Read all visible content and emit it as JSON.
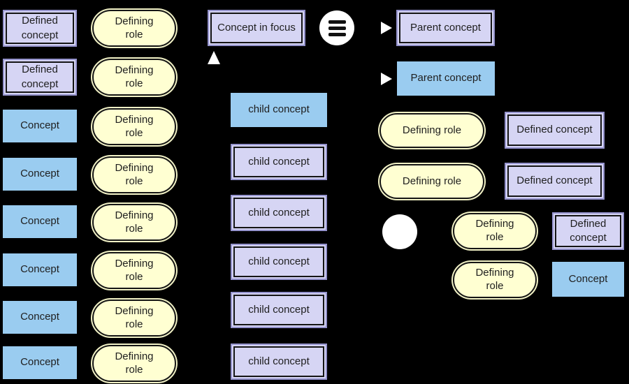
{
  "palette": {
    "background": "#000000",
    "primitive_fill": "#9accf0",
    "defined_fill": "#d6d5f4",
    "defined_border": "#9593cd",
    "role_fill": "#ffffd2",
    "line": "#151515",
    "marker": "#ffffff"
  },
  "focus": {
    "label": "Concept in focus"
  },
  "left_panel": {
    "rows": [
      {
        "box": "Defined concept",
        "box_type": "defined",
        "role": "Defining role"
      },
      {
        "box": "Defined concept",
        "box_type": "defined",
        "role": "Defining role"
      },
      {
        "box": "Concept",
        "box_type": "primitive",
        "role": "Defining role"
      },
      {
        "box": "Concept",
        "box_type": "primitive",
        "role": "Defining role"
      },
      {
        "box": "Concept",
        "box_type": "primitive",
        "role": "Defining role"
      },
      {
        "box": "Concept",
        "box_type": "primitive",
        "role": "Defining role"
      },
      {
        "box": "Concept",
        "box_type": "primitive",
        "role": "Defining role"
      },
      {
        "box": "Concept",
        "box_type": "primitive",
        "role": "Defining role"
      }
    ]
  },
  "children": {
    "items": [
      {
        "label": "child concept",
        "type": "primitive"
      },
      {
        "label": "child concept",
        "type": "defined"
      },
      {
        "label": "child concept",
        "type": "defined"
      },
      {
        "label": "child concept",
        "type": "defined"
      },
      {
        "label": "child concept",
        "type": "defined"
      },
      {
        "label": "child concept",
        "type": "defined"
      }
    ]
  },
  "parents": {
    "items": [
      {
        "label": "Parent concept",
        "type": "defined"
      },
      {
        "label": "Parent concept",
        "type": "primitive"
      }
    ]
  },
  "attributes": {
    "rows": [
      {
        "role": "Defining role",
        "target": "Defined concept",
        "target_type": "defined"
      },
      {
        "role": "Defining role",
        "target": "Defined concept",
        "target_type": "defined"
      }
    ]
  },
  "role_group": {
    "rows": [
      {
        "role": "Defining role",
        "target": "Defined concept",
        "target_type": "defined"
      },
      {
        "role": "Defining role",
        "target": "Concept",
        "target_type": "primitive"
      }
    ]
  }
}
